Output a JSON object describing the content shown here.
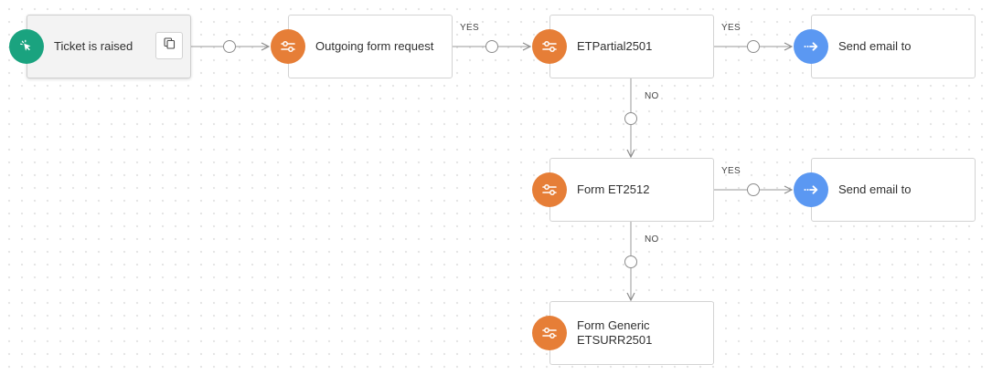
{
  "nodes": {
    "ticket_raised": {
      "label": "Ticket is raised",
      "icon": "pointer-click-icon",
      "color": "#1aa37f"
    },
    "outgoing_form": {
      "label": "Outgoing form request",
      "icon": "sliders-icon",
      "color": "#e67e37"
    },
    "etpartial": {
      "label": "ETPartial2501",
      "icon": "sliders-icon",
      "color": "#e67e37"
    },
    "send_email_1": {
      "label": "Send email to",
      "icon": "send-arrow-icon",
      "color": "#5b98f2"
    },
    "form_et2512": {
      "label": "Form ET2512",
      "icon": "sliders-icon",
      "color": "#e67e37"
    },
    "send_email_2": {
      "label": "Send email to",
      "icon": "send-arrow-icon",
      "color": "#5b98f2"
    },
    "form_generic": {
      "label_line1": "Form Generic",
      "label_line2": "ETSURR2501",
      "icon": "sliders-icon",
      "color": "#e67e37"
    }
  },
  "branch_labels": {
    "yes_1": "YES",
    "yes_2": "YES",
    "no_1": "NO",
    "yes_3": "YES",
    "no_2": "NO"
  },
  "copy_button": {
    "icon": "copy-icon"
  }
}
